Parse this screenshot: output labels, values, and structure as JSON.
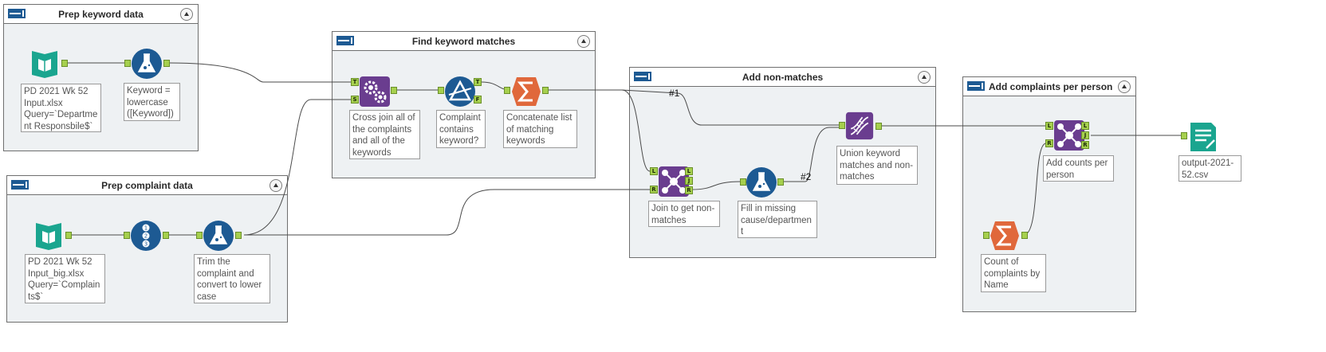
{
  "containers": {
    "prep_keyword": {
      "title": "Prep keyword data"
    },
    "find_matches": {
      "title": "Find keyword matches"
    },
    "non_matches": {
      "title": "Add non-matches"
    },
    "complaints_person": {
      "title": "Add complaints per person"
    },
    "prep_complaint": {
      "title": "Prep complaint data"
    }
  },
  "annotations": {
    "input_keywords": "PD 2021 Wk 52\nInput.xlsx\nQuery=`Departme\nnt Responsbile$`",
    "formula_keyword": "Keyword =\nlowercase\n([Keyword])",
    "input_complaints": "PD 2021 Wk 52\nInput_big.xlsx\nQuery=`Complain\nts$`",
    "trim_complaint": "Trim the\ncomplaint and\nconvert to lower\ncase",
    "cross_join": "Cross join all of\nthe complaints\nand all of the\nkeywords",
    "filter_contains": "Complaint\ncontains\nkeyword?",
    "concatenate": "Concatenate list\nof matching\nkeywords",
    "join_non_matches": "Join to get non-\nmatches",
    "fill_missing": "Fill in missing\ncause/departmen\nt",
    "union": "Union keyword\nmatches and non-\nmatches",
    "add_counts": "Add counts per\nperson",
    "count_complaints": "Count of\ncomplaints by\nName",
    "output": "output-2021-\n52.csv"
  },
  "wire_labels": {
    "w1": "#1",
    "w2": "#2"
  },
  "anchor_letters": {
    "t": "T",
    "s": "S",
    "f": "F",
    "l": "L",
    "j": "J",
    "r": "R"
  },
  "colors": {
    "input_teal": "#1aa58f",
    "prep_blue": "#1d5a93",
    "join_purple": "#6a3d8f",
    "summarize_orange": "#e0683b",
    "anchor_green": "#a6d04e",
    "wire_gray": "#4a4a4a"
  },
  "icons": {
    "input": "book-icon",
    "formula": "flask-icon",
    "record_id": "numbered-list-icon",
    "append": "gears-icon",
    "filter": "triangle-filter-icon",
    "summarize": "sigma-icon",
    "join": "join-nodes-icon",
    "union": "dna-icon",
    "output": "document-output-icon"
  }
}
